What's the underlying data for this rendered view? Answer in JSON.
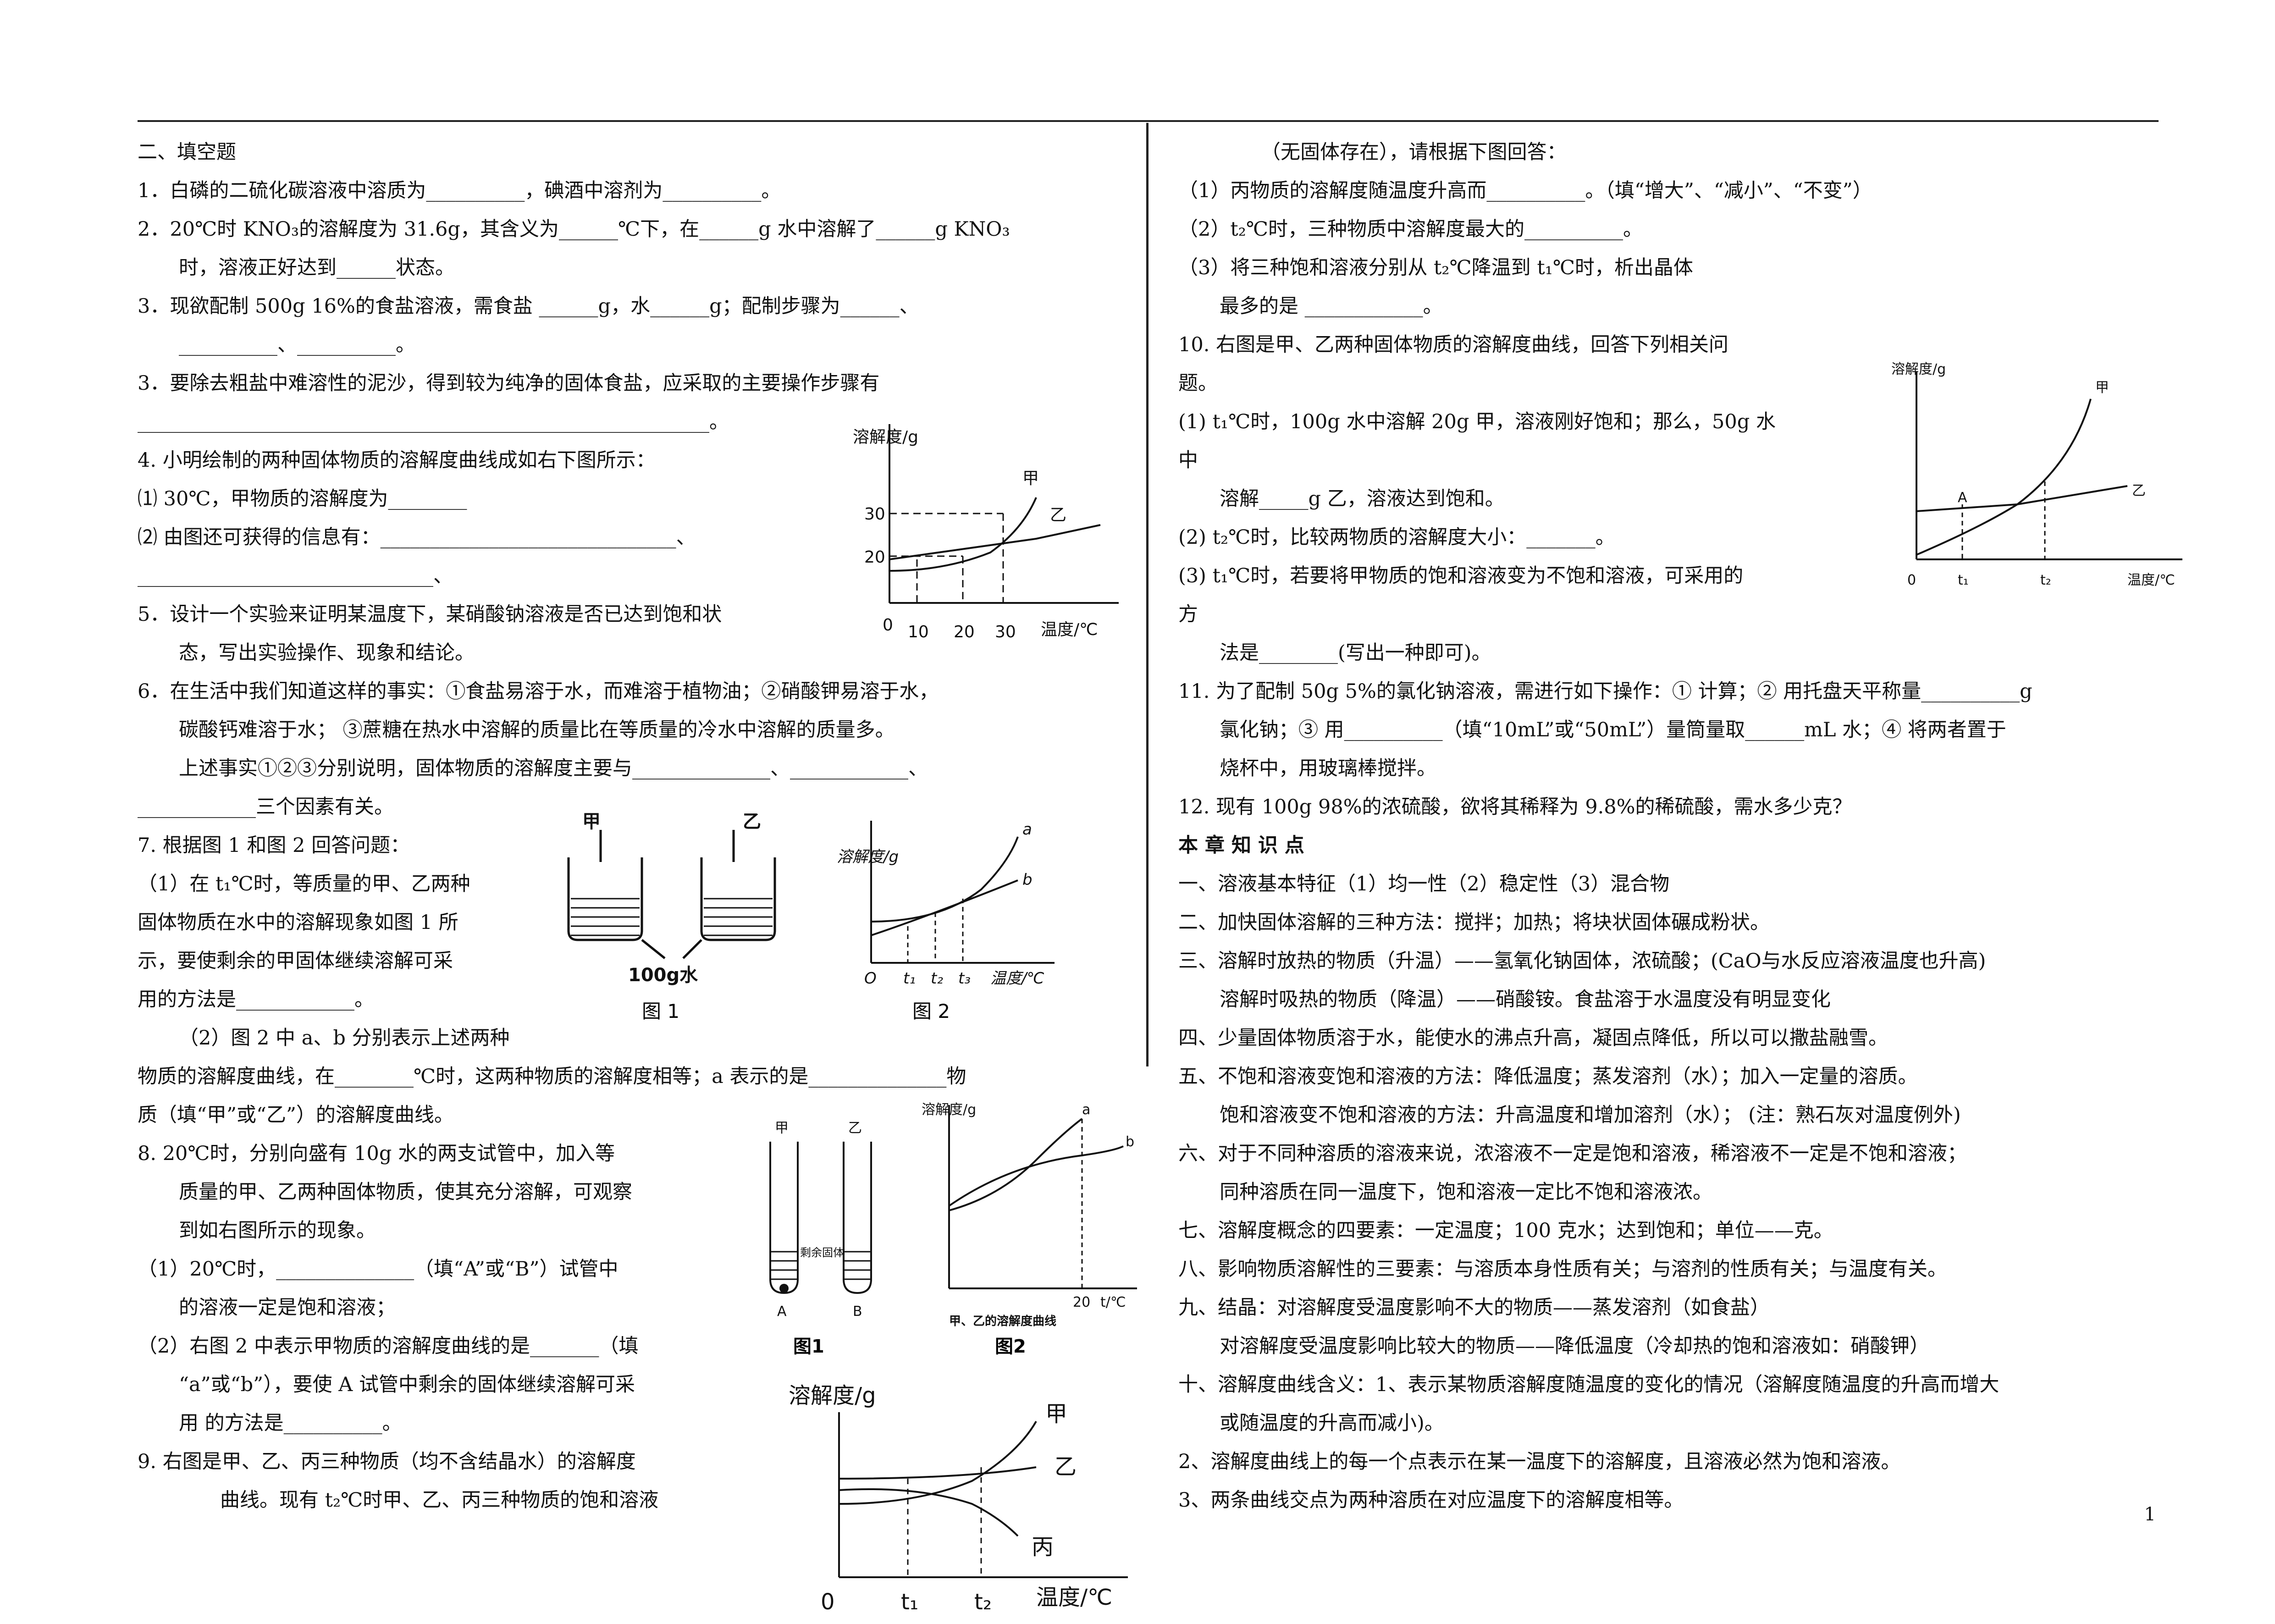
{
  "page_number": "1",
  "left": [
    {
      "t": "二、填空题"
    },
    {
      "t": "1．白磷的二硫化碳溶液中溶质为__________，碘酒中溶剂为__________。"
    },
    {
      "t": "2．20℃时 KNO₃的溶解度为 31.6g，其含义为______℃下，在______g 水中溶解了______g KNO₃"
    },
    {
      "t": "时，溶液正好达到______状态。",
      "i": 1
    },
    {
      "t": "3．现欲配制 500g 16%的食盐溶液，需食盐 ______g，水______g；配制步骤为______、"
    },
    {
      "t": "__________、__________。",
      "i": 1
    },
    {
      "t": "3．要除去粗盐中难溶性的泥沙，得到较为纯净的固体食盐，应采取的主要操作步骤有"
    },
    {
      "t": "__________________________________________________________。"
    },
    {
      "t": "4. 小明绘制的两种固体物质的溶解度曲线成如右下图所示："
    },
    {
      "t": "⑴ 30℃，甲物质的溶解度为________"
    },
    {
      "t": "⑵ 由图还可获得的信息有：______________________________、"
    },
    {
      "t": "______________________________、"
    },
    {
      "t": "5．设计一个实验来证明某温度下，某硝酸钠溶液是否已达到饱和状"
    },
    {
      "t": "态，写出实验操作、现象和结论。",
      "i": 1
    },
    {
      "t": "6．在生活中我们知道这样的事实：①食盐易溶于水，而难溶于植物油；②硝酸钾易溶于水，"
    },
    {
      "t": "碳酸钙难溶于水； ③蔗糖在热水中溶解的质量比在等质量的冷水中溶解的质量多。",
      "i": 1
    },
    {
      "t": "上述事实①②③分别说明，固体物质的溶解度主要与______________、____________、",
      "i": 1
    },
    {
      "t": "____________三个因素有关。"
    },
    {
      "t": "7. 根据图 1 和图 2 回答问题："
    },
    {
      "t": "（1）在 t₁℃时，等质量的甲、乙两种"
    },
    {
      "t": "固体物质在水中的溶解现象如图 1 所"
    },
    {
      "t": "示，要使剩余的甲固体继续溶解可采"
    },
    {
      "t": "用的方法是____________。"
    },
    {
      "t": "（2）图 2 中 a、b 分别表示上述两种",
      "i": 1
    },
    {
      "t": "物质的溶解度曲线，在________℃时，这两种物质的溶解度相等；a 表示的是______________物"
    },
    {
      "t": "质（填“甲”或“乙”）的溶解度曲线。"
    },
    {
      "t": "8. 20℃时，分别向盛有 10g 水的两支试管中，加入等"
    },
    {
      "t": "质量的甲、乙两种固体物质，使其充分溶解，可观察",
      "i": 1
    },
    {
      "t": "到如右图所示的现象。",
      "i": 1
    },
    {
      "t": "（1）20℃时，______________（填“A”或“B”）试管中"
    },
    {
      "t": "的溶液一定是饱和溶液；",
      "i": 1
    },
    {
      "t": "（2）右图 2 中表示甲物质的溶解度曲线的是_______（填"
    },
    {
      "t": "“a”或“b”），要使 A 试管中剩余的固体继续溶解可采",
      "i": 1
    },
    {
      "t": "用 的方法是__________。",
      "i": 1
    },
    {
      "t": "9. 右图是甲、乙、丙三种物质（均不含结晶水）的溶解度"
    },
    {
      "t": "曲线。现有 t₂℃时甲、乙、丙三种物质的饱和溶液",
      "i": 2
    }
  ],
  "right": [
    {
      "t": "（无固体存在），请根据下图回答：",
      "i": 2
    },
    {
      "t": "（1）丙物质的溶解度随温度升高而__________。（填“增大”、“减小”、“不变”）"
    },
    {
      "t": "（2）t₂℃时，三种物质中溶解度最大的__________。"
    },
    {
      "t": "（3）将三种饱和溶液分别从 t₂℃降温到 t₁℃时，析出晶体"
    },
    {
      "t": "最多的是 ____________。",
      "i": 1
    },
    {
      "t": "10. 右图是甲、乙两种固体物质的溶解度曲线，回答下列相关问"
    },
    {
      "t": "题。"
    },
    {
      "t": "(1) t₁℃时，100g 水中溶解 20g 甲，溶液刚好饱和；那么，50g 水"
    },
    {
      "t": "中"
    },
    {
      "t": "溶解_____g 乙，溶液达到饱和。",
      "i": 1
    },
    {
      "t": "(2) t₂℃时，比较两物质的溶解度大小：_______。"
    },
    {
      "t": "(3) t₁℃时，若要将甲物质的饱和溶液变为不饱和溶液，可采用的"
    },
    {
      "t": "方"
    },
    {
      "t": "法是________(写出一种即可)。",
      "i": 1
    },
    {
      "t": "11. 为了配制 50g 5%的氯化钠溶液，需进行如下操作：① 计算；② 用托盘天平称量__________g"
    },
    {
      "t": "氯化钠；③ 用__________（填“10mL”或“50mL”）量筒量取______mL 水；④ 将两者置于",
      "i": 1
    },
    {
      "t": "烧杯中，用玻璃棒搅拌。",
      "i": 1
    },
    {
      "t": "12. 现有 100g 98%的浓硫酸，欲将其稀释为 9.8%的稀硫酸，需水多少克？"
    },
    {
      "t": "本 章 知 识 点",
      "b": 1
    },
    {
      "t": "一、溶液基本特征（1）均一性（2）稳定性（3）混合物"
    },
    {
      "t": "二、加快固体溶解的三种方法：搅拌；加热；将块状固体碾成粉状。"
    },
    {
      "t": "三、溶解时放热的物质（升温）——氢氧化钠固体，浓硫酸；(CaO与水反应溶液温度也升高)"
    },
    {
      "t": "溶解时吸热的物质（降温）——硝酸铵。食盐溶于水温度没有明显变化",
      "i": 1
    },
    {
      "t": "四、少量固体物质溶于水，能使水的沸点升高，凝固点降低，所以可以撒盐融雪。"
    },
    {
      "t": "五、不饱和溶液变饱和溶液的方法：降低温度；蒸发溶剂（水）；加入一定量的溶质。"
    },
    {
      "t": "饱和溶液变不饱和溶液的方法：升高温度和增加溶剂（水）； (注：熟石灰对温度例外)",
      "i": 1
    },
    {
      "t": "六、对于不同种溶质的溶液来说，浓溶液不一定是饱和溶液，稀溶液不一定是不饱和溶液；"
    },
    {
      "t": "同种溶质在同一温度下，饱和溶液一定比不饱和溶液浓。",
      "i": 1
    },
    {
      "t": "七、溶解度概念的四要素：一定温度；100 克水；达到饱和；单位——克。"
    },
    {
      "t": "八、影响物质溶解性的三要素：与溶质本身性质有关；与溶剂的性质有关；与温度有关。"
    },
    {
      "t": "九、结晶：对溶解度受温度影响不大的物质——蒸发溶剂（如食盐）"
    },
    {
      "t": "对溶解度受温度影响比较大的物质——降低温度（冷却热的饱和溶液如：硝酸钾）",
      "i": 1
    },
    {
      "t": "十、溶解度曲线含义：1、表示某物质溶解度随温度的变化的情况（溶解度随温度的升高而增大"
    },
    {
      "t": "或随温度的升高而减小)。",
      "i": 1
    },
    {
      "t": " 2、溶解度曲线上的每一个点表示在某一温度下的溶解度，且溶液必然为饱和溶液。"
    },
    {
      "t": " 3、两条曲线交点为两种溶质在对应温度下的溶解度相等。"
    }
  ],
  "fig4": {
    "ylabel": "溶解度/g",
    "xlabel": "温度/℃",
    "origin": "0",
    "x_ticks": [
      "10",
      "20",
      "30"
    ],
    "y_ticks": [
      "20",
      "30"
    ],
    "series": [
      "甲",
      "乙"
    ]
  },
  "fig7a": {
    "labels": [
      "甲",
      "乙"
    ],
    "water": "100g水",
    "caption": "图 1"
  },
  "fig7b": {
    "ylabel": "溶解度/g",
    "xlabel": "温度/℃",
    "origin": "O",
    "x_ticks": [
      "t₁",
      "t₂",
      "t₃"
    ],
    "series": [
      "a",
      "b"
    ],
    "caption": "图 2"
  },
  "fig8a": {
    "labels": [
      "甲",
      "乙"
    ],
    "tubes": [
      "A",
      "B"
    ],
    "note": "剩余固体",
    "caption": "图1"
  },
  "fig8b": {
    "ylabel": "溶解度/g",
    "xlabel": "t/℃",
    "x_ticks": [
      "20"
    ],
    "series": [
      "a",
      "b"
    ],
    "title": "甲、乙的溶解度曲线",
    "caption": "图2"
  },
  "fig9": {
    "ylabel": "溶解度/g",
    "xlabel": "温度/℃",
    "origin": "0",
    "x_ticks": [
      "t₁",
      "t₂"
    ],
    "series": [
      "甲",
      "乙",
      "丙"
    ]
  },
  "fig10": {
    "ylabel": "溶解度/g",
    "xlabel": "温度/℃",
    "origin": "0",
    "x_ticks": [
      "t₁",
      "t₂"
    ],
    "point": "A",
    "series": [
      "甲",
      "乙"
    ]
  }
}
